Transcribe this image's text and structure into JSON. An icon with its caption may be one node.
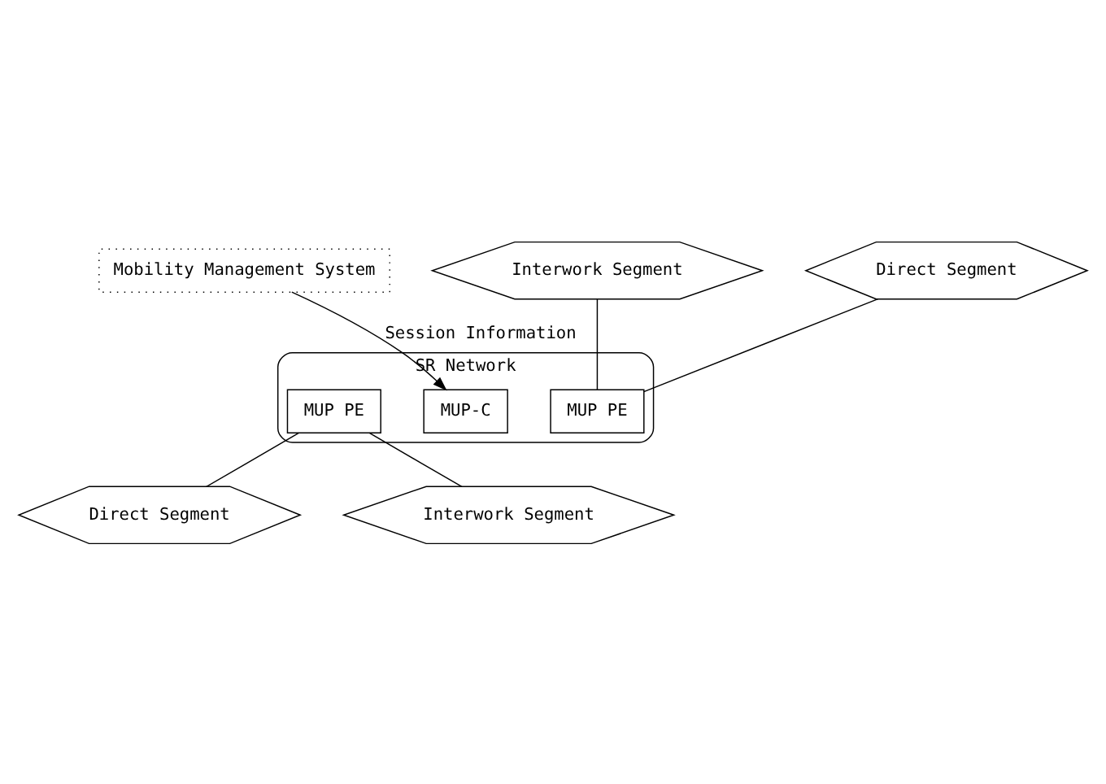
{
  "diagram": {
    "nodes": [
      {
        "text": [
          "Mobility Management System"
        ]
      },
      {
        "text": [
          "SR Network"
        ]
      },
      {
        "text": [
          "MUP-C"
        ],
        "in": 1
      },
      {
        "text": [
          "MUP PE"
        ],
        "in": 1
      },
      {
        "text": [
          "MUP PE"
        ],
        "in": 1
      },
      {
        "text": [
          "Interwork Segment"
        ]
      },
      {
        "text": [
          "Direct Segment"
        ]
      },
      {
        "text": [
          "Direct Segment"
        ]
      },
      {
        "text": [
          "Interwork Segment"
        ]
      }
    ],
    "edges": [
      {
        "from": 0,
        "to": 2,
        "arrow": "to",
        "label": "Session Information"
      },
      {
        "from": 5,
        "to": 3,
        "arrow": "none"
      },
      {
        "from": 6,
        "to": 3,
        "arrow": "none"
      },
      {
        "from": 4,
        "to": 7,
        "arrow": "none"
      },
      {
        "from": 4,
        "to": 8,
        "arrow": "none"
      }
    ]
  }
}
